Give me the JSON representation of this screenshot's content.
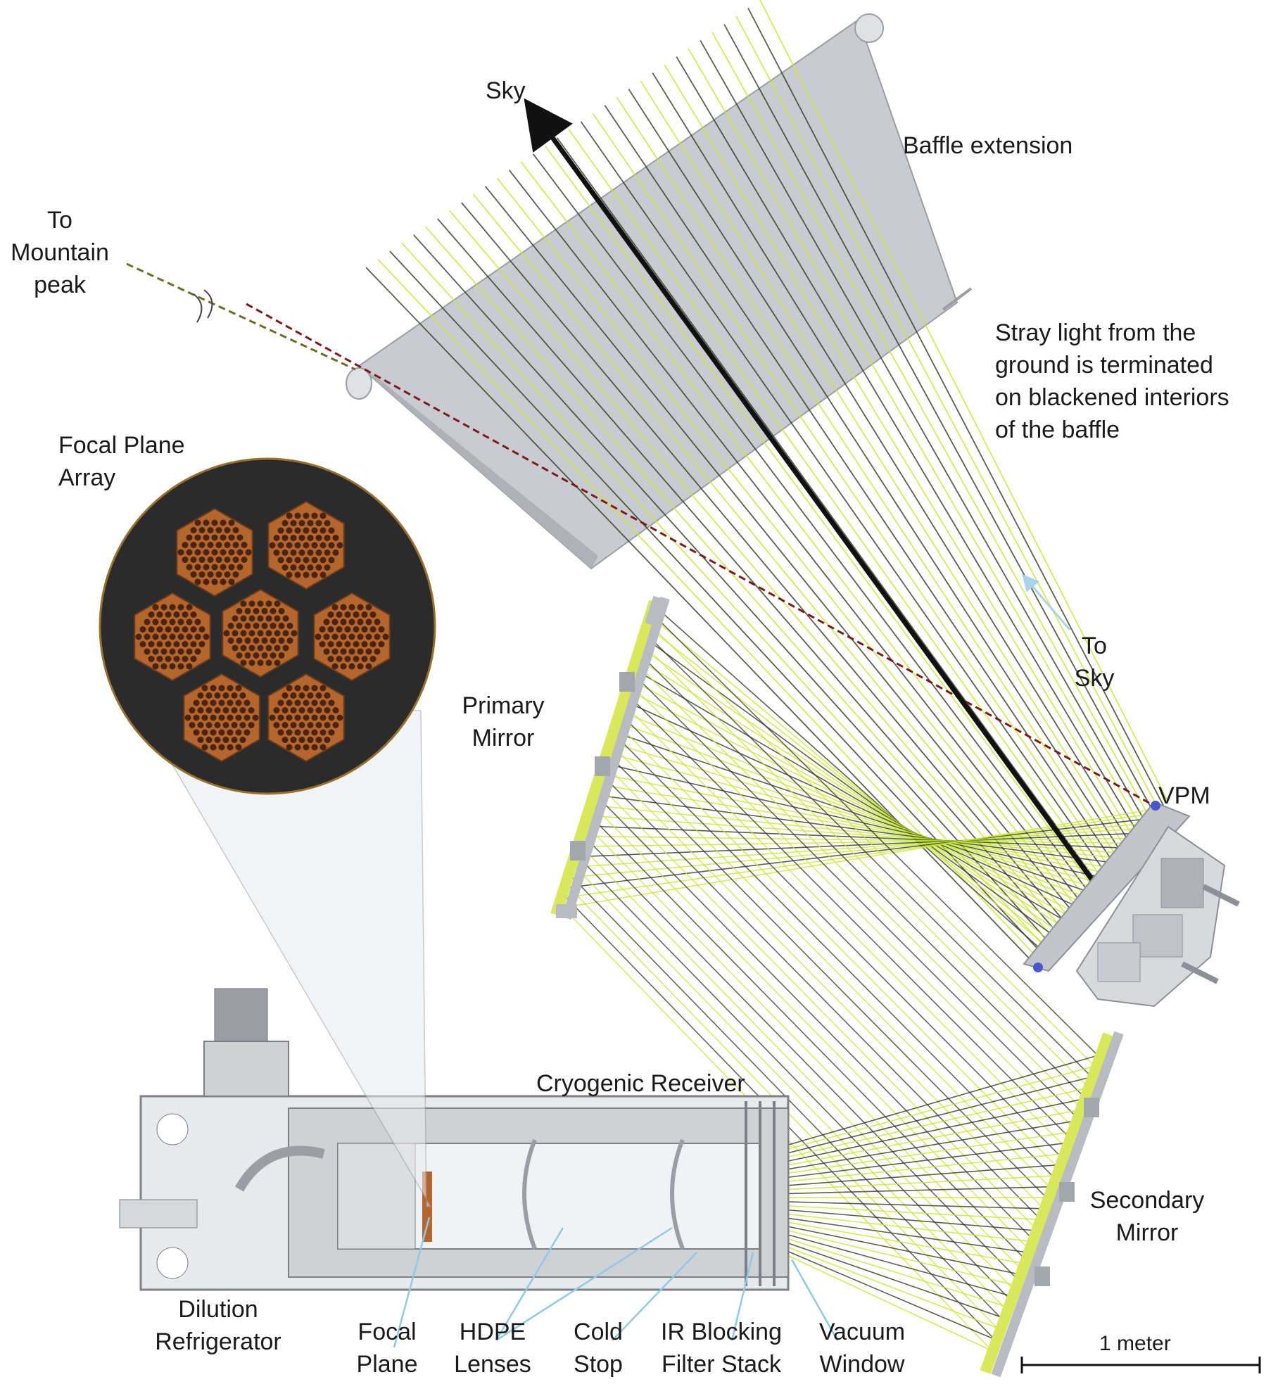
{
  "labels": {
    "sky": "Sky",
    "baffle_extension": "Baffle extension",
    "to_mountain_peak": [
      "To",
      "Mountain",
      "peak"
    ],
    "stray_light": [
      "Stray light from the",
      "ground is terminated",
      "on blackened interiors",
      "of the baffle"
    ],
    "focal_plane_array": [
      "Focal Plane",
      "Array"
    ],
    "primary_mirror": [
      "Primary",
      "Mirror"
    ],
    "to_sky": [
      "To",
      "Sky"
    ],
    "vpm": "VPM",
    "cryogenic_receiver": "Cryogenic Receiver",
    "secondary_mirror": [
      "Secondary",
      "Mirror"
    ],
    "dilution_refrigerator": [
      "Dilution",
      "Refrigerator"
    ],
    "focal_plane": [
      "Focal",
      "Plane"
    ],
    "hdpe_lenses": [
      "HDPE",
      "Lenses"
    ],
    "cold_stop": [
      "Cold",
      "Stop"
    ],
    "ir_blocking_filter_stack": [
      "IR Blocking",
      "Filter Stack"
    ],
    "vacuum_window": [
      "Vacuum",
      "Window"
    ],
    "scale_bar": "1 meter"
  },
  "colors": {
    "ray_green": "#c8e632",
    "ray_dark": "#2e3a1e",
    "stray_ray": "#7a1a1a",
    "mountain_ray": "#6e6a2a",
    "baffle": "#c9cbd0",
    "mirror": "#b8bcc2",
    "to_sky_arrow": "#a9d3ea",
    "leader": "#8fc8e8",
    "copper": "#b5652e",
    "fpa_bg": "#2b2b2b"
  }
}
